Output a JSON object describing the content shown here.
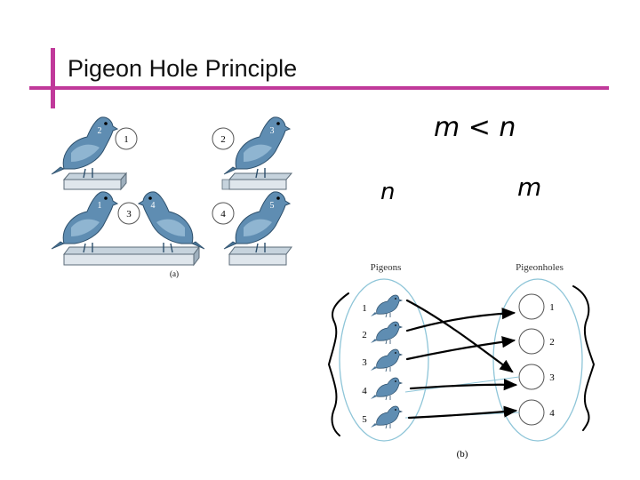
{
  "slide": {
    "title": "Pigeon Hole Principle"
  },
  "colors": {
    "accent": "#c0399a",
    "pigeon": "#5f8db2",
    "ellipse": "#8ec5d8",
    "box": "#c6d3dd"
  },
  "figure_a": {
    "label": "(a)",
    "panels": [
      {
        "pigeons": [
          "2"
        ],
        "holes": [
          "1"
        ]
      },
      {
        "pigeons": [
          "3"
        ],
        "holes": [
          "2"
        ]
      },
      {
        "pigeons": [
          "1",
          "4"
        ],
        "holes": [
          "3"
        ]
      },
      {
        "pigeons": [
          "5"
        ],
        "holes": [
          "4"
        ]
      }
    ]
  },
  "figure_b": {
    "label": "(b)",
    "pigeons_header": "Pigeons",
    "holes_header": "Pigeonholes",
    "pigeons": [
      "1",
      "2",
      "3",
      "4",
      "5"
    ],
    "holes": [
      "1",
      "2",
      "3",
      "4"
    ]
  },
  "annotations": {
    "inequality": "m < n",
    "n_label": "n",
    "m_label": "m"
  }
}
